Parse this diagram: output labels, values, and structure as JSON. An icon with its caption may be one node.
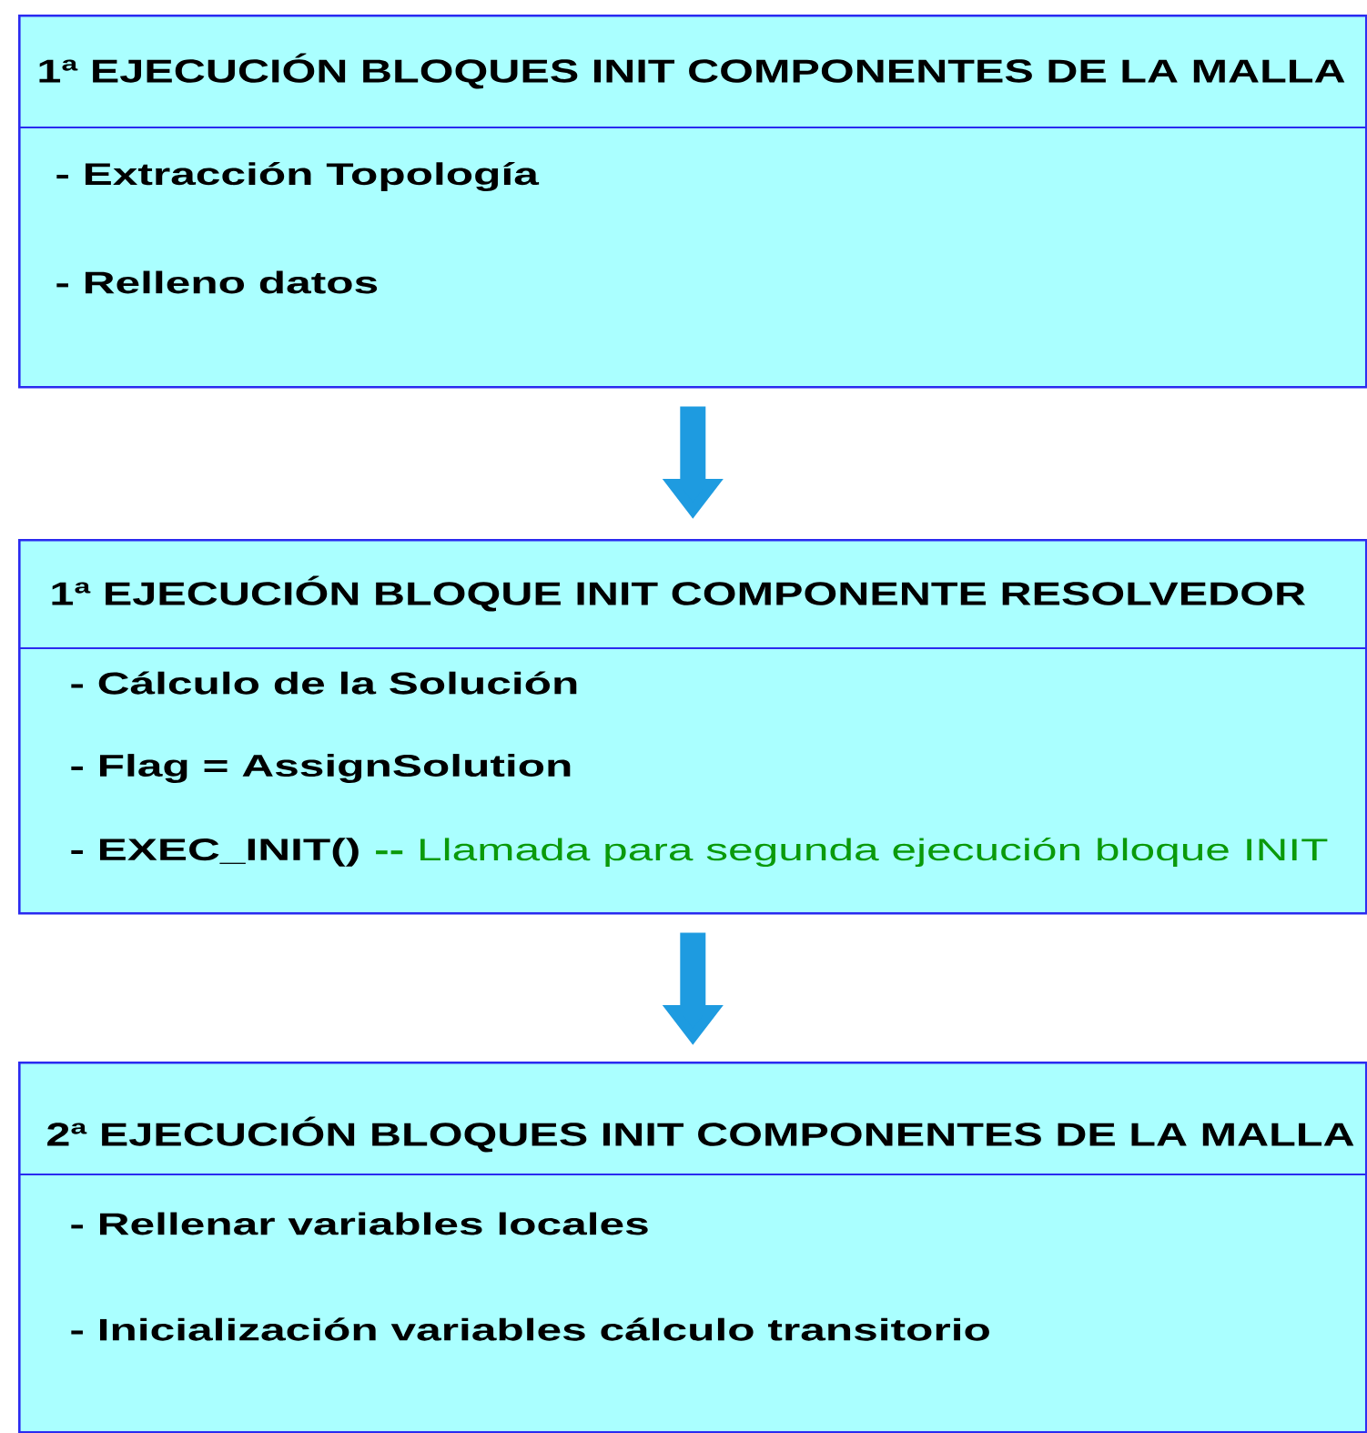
{
  "diagram": {
    "nodes": [
      {
        "text": [
          "1ª EJECUCIÓN BLOQUES INIT COMPONENTES DE LA MALLA",
          "- Extracción Topología",
          "- Relleno datos"
        ]
      },
      {
        "text": [
          "1ª EJECUCIÓN BLOQUE INIT COMPONENTE RESOLVEDOR",
          "- Cálculo de la Solución",
          "- Flag = AssignSolution",
          "- EXEC_INIT()",
          "**--** Llamada para segunda ejecución bloque INIT"
        ]
      },
      {
        "text": [
          "2ª EJECUCIÓN BLOQUES INIT COMPONENTES DE LA MALLA",
          "- Rellenar variables locales",
          "- Inicialización variables cálculo transitorio"
        ]
      }
    ],
    "edges": [
      {
        "from": 0,
        "to": 1,
        "arrow": "to"
      },
      {
        "from": 1,
        "to": 2,
        "arrow": "to"
      }
    ]
  }
}
